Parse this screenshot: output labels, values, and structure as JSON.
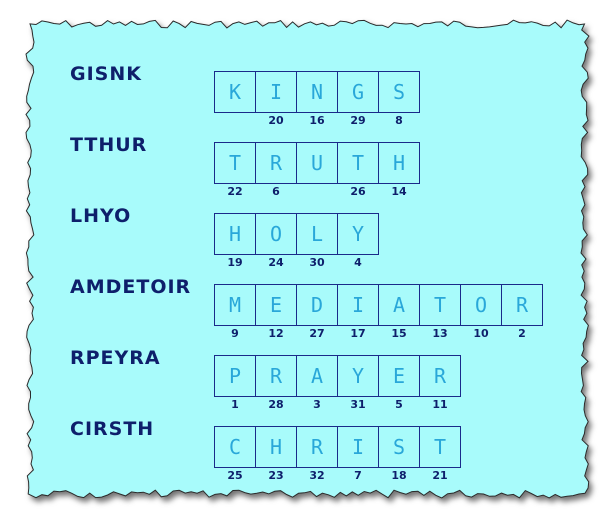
{
  "colors": {
    "background": "#a8fbfb",
    "text": "#0e1f6b",
    "letters": "#29a7d9",
    "border": "#1a2a8a"
  },
  "puzzles": [
    {
      "scrambled": "GISNK",
      "letters": [
        "K",
        "I",
        "N",
        "G",
        "S"
      ],
      "numbers": [
        "",
        "20",
        "16",
        "29",
        "8"
      ]
    },
    {
      "scrambled": "TTHUR",
      "letters": [
        "T",
        "R",
        "U",
        "T",
        "H"
      ],
      "numbers": [
        "22",
        "6",
        "",
        "26",
        "14"
      ]
    },
    {
      "scrambled": "LHYO",
      "letters": [
        "H",
        "O",
        "L",
        "Y"
      ],
      "numbers": [
        "19",
        "24",
        "30",
        "4"
      ]
    },
    {
      "scrambled": "AMDETOIR",
      "letters": [
        "M",
        "E",
        "D",
        "I",
        "A",
        "T",
        "O",
        "R"
      ],
      "numbers": [
        "9",
        "12",
        "27",
        "17",
        "15",
        "13",
        "10",
        "2"
      ]
    },
    {
      "scrambled": "RPEYRA",
      "letters": [
        "P",
        "R",
        "A",
        "Y",
        "E",
        "R"
      ],
      "numbers": [
        "1",
        "28",
        "3",
        "31",
        "5",
        "11"
      ]
    },
    {
      "scrambled": "CIRSTH",
      "letters": [
        "C",
        "H",
        "R",
        "I",
        "S",
        "T"
      ],
      "numbers": [
        "25",
        "23",
        "32",
        "7",
        "18",
        "21"
      ]
    }
  ]
}
